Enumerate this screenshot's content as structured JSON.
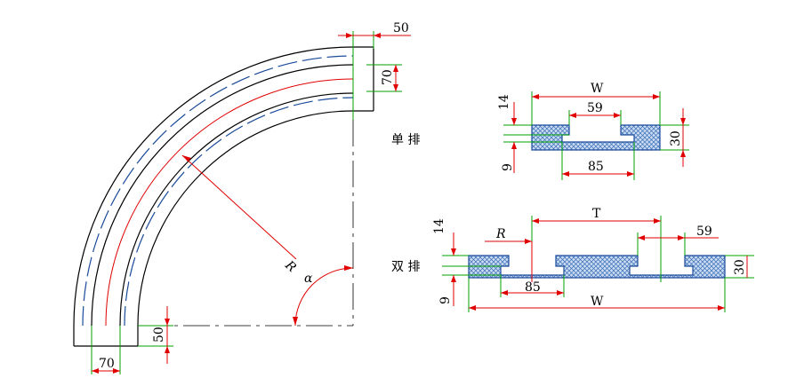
{
  "bend": {
    "dim_top_width": "50",
    "dim_top_height": "70",
    "dim_bottom_width": "70",
    "dim_bottom_height": "50",
    "radius_label": "R",
    "angle_label": "α"
  },
  "single_row": {
    "label": "单 排",
    "dim_w": "W",
    "dim_59": "59",
    "dim_85": "85",
    "dim_14": "14",
    "dim_9": "9",
    "dim_30": "30"
  },
  "double_row": {
    "label": "双 排",
    "dim_t": "T",
    "dim_r": "R",
    "dim_59": "59",
    "dim_85": "85",
    "dim_w": "W",
    "dim_14": "14",
    "dim_9": "9",
    "dim_30": "30"
  },
  "colors": {
    "outline": "#000000",
    "dimension": "#e00000",
    "extension": "#00a000",
    "centerline": "#1a4a9a",
    "hatch_fill": "#7aa6d8"
  }
}
